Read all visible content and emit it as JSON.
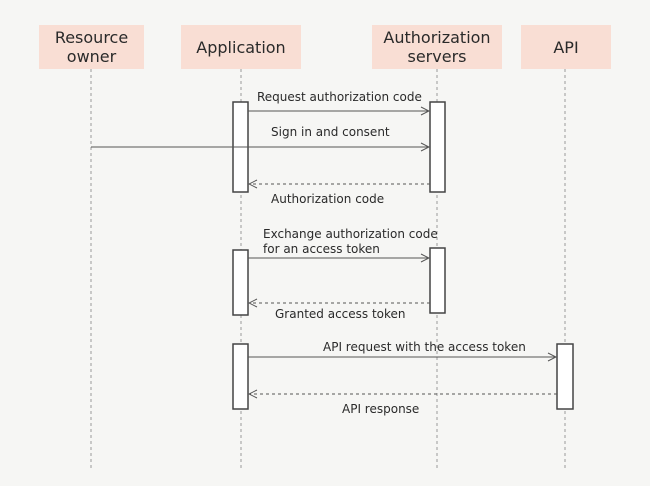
{
  "actors": [
    {
      "id": "owner",
      "label": "Resource\nowner"
    },
    {
      "id": "app",
      "label": "Application"
    },
    {
      "id": "auth",
      "label": "Authorization\nservers"
    },
    {
      "id": "api",
      "label": "API"
    }
  ],
  "messages": [
    {
      "id": "m1",
      "label": "Request authorization code",
      "style": "solid"
    },
    {
      "id": "m2",
      "label": "Sign in and consent",
      "style": "solid"
    },
    {
      "id": "m3",
      "label": "Authorization code",
      "style": "dashed"
    },
    {
      "id": "m4",
      "label": "Exchange authorization code\nfor an access token",
      "style": "solid"
    },
    {
      "id": "m5",
      "label": "Granted access token",
      "style": "dashed"
    },
    {
      "id": "m6",
      "label": "API request with the access token",
      "style": "solid"
    },
    {
      "id": "m7",
      "label": "API response",
      "style": "dashed"
    }
  ],
  "colors": {
    "background": "#f6f6f4",
    "actor_box": "#f9ded4",
    "line": "#555555",
    "lifeline": "#9a9a9a"
  }
}
